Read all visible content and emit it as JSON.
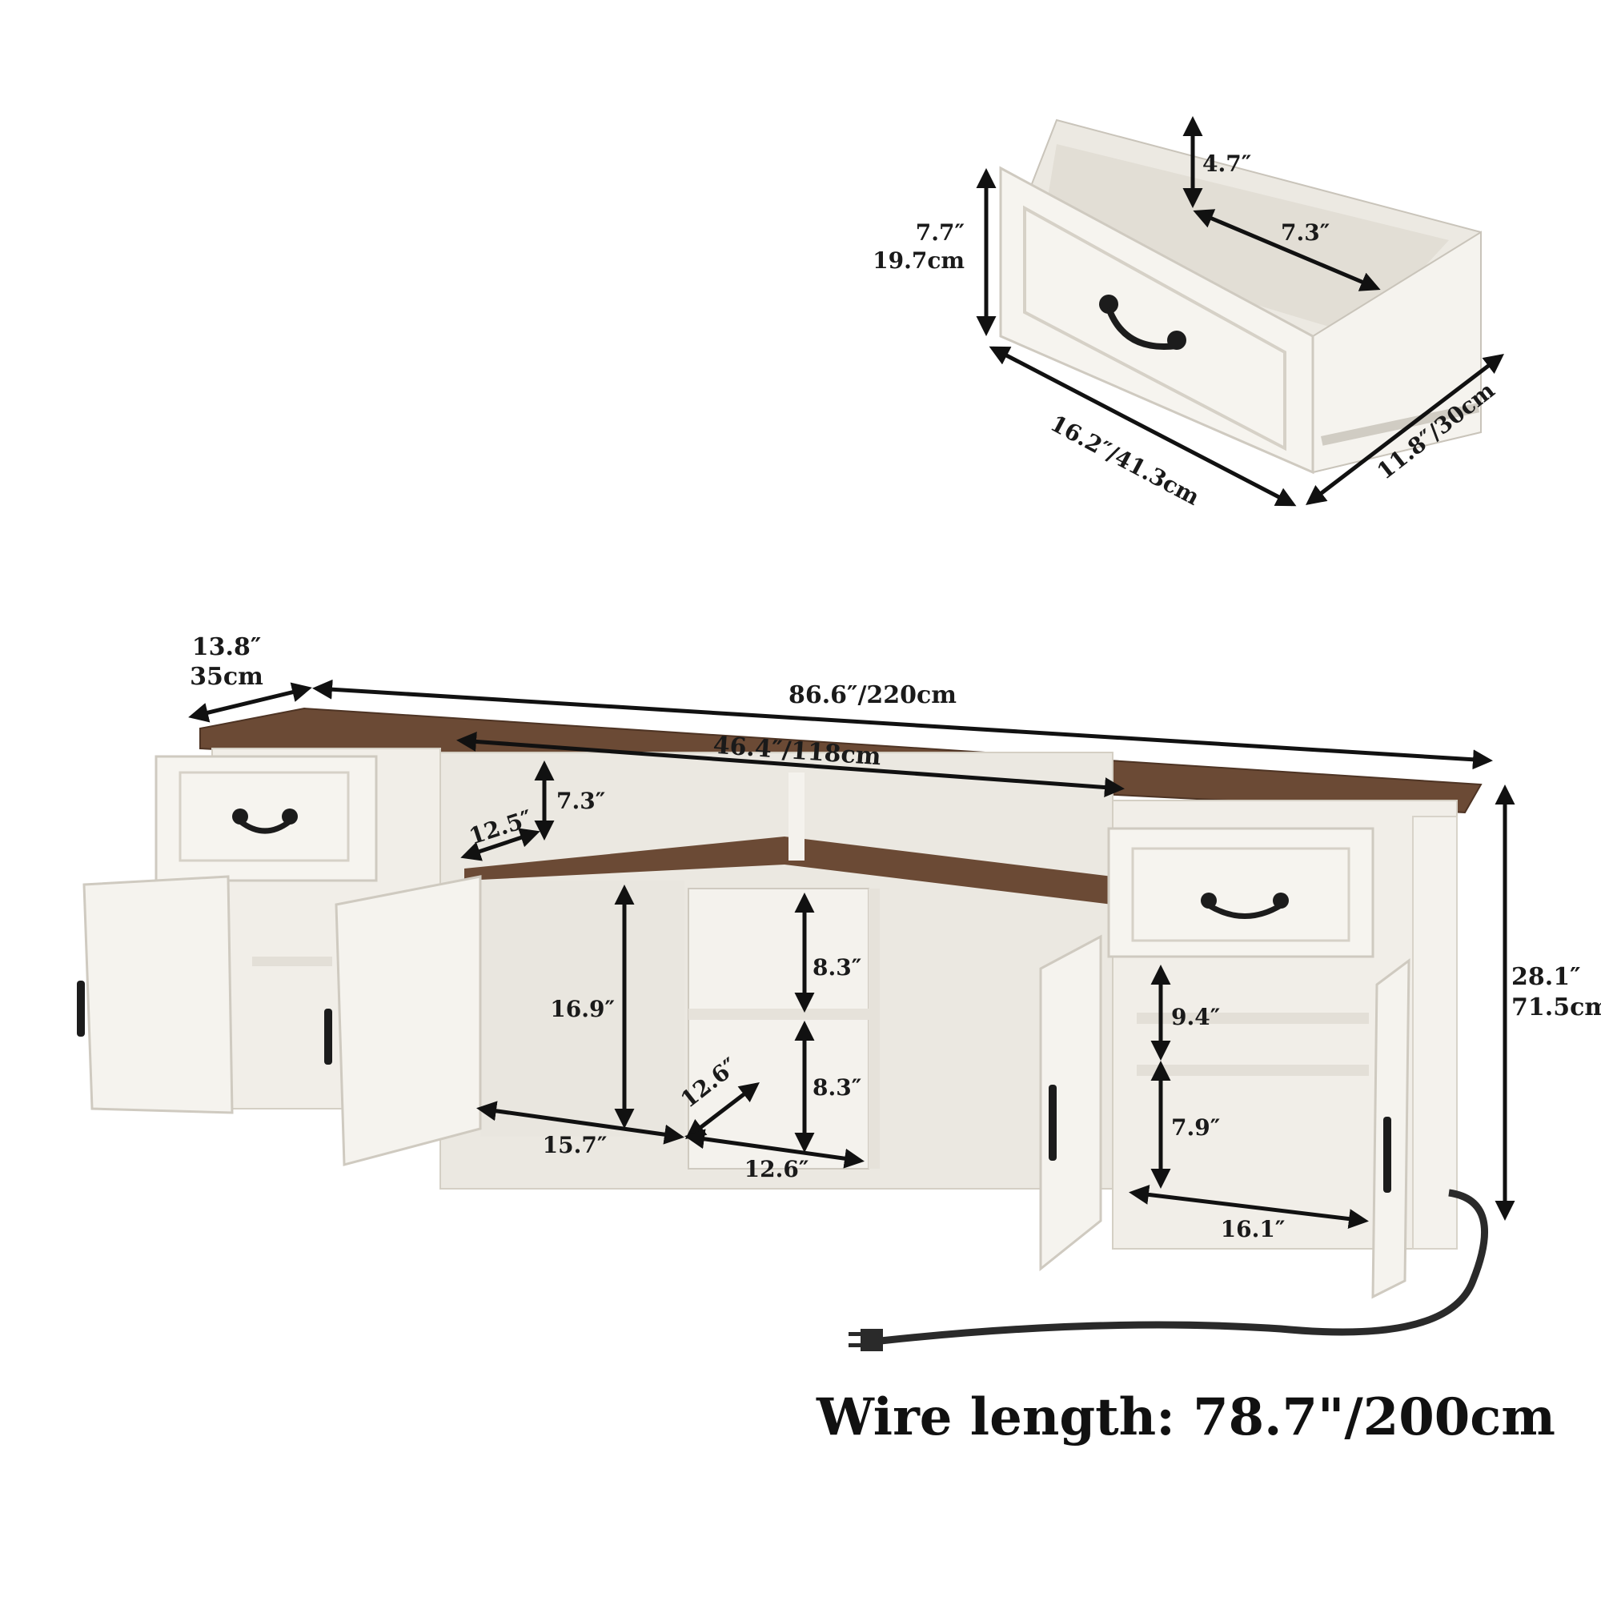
{
  "colors": {
    "cabinet_white": "#f3f1ec",
    "wood_top": "#6b4a35",
    "handle": "#1c1c1c",
    "text": "#1a1a1a"
  },
  "drawer": {
    "height": "7.7″",
    "height_cm": "19.7cm",
    "inner_depth": "4.7″",
    "inner_width": "7.3″",
    "width": "16.2″/41.3cm",
    "depth": "11.8″/30cm"
  },
  "console": {
    "depth_in": "13.8″",
    "depth_cm": "35cm",
    "total_width": "86.6″/220cm",
    "top_width": "46.4″/118cm",
    "height_in": "28.1″",
    "height_cm": "71.5cm",
    "upper_shelf_height": "7.3″",
    "upper_shelf_depth": "12.5″",
    "open_compartment_height": "16.9″",
    "open_compartment_width": "15.7″",
    "cubby_upper_height": "8.3″",
    "cubby_lower_height": "8.3″",
    "cubby_depth": "12.6″",
    "cubby_width": "12.6″",
    "right_cabinet_upper_height": "9.4″",
    "right_cabinet_lower_height": "7.9″",
    "right_cabinet_width": "16.1″"
  },
  "caption": "Wire length: 78.7\"/200cm"
}
